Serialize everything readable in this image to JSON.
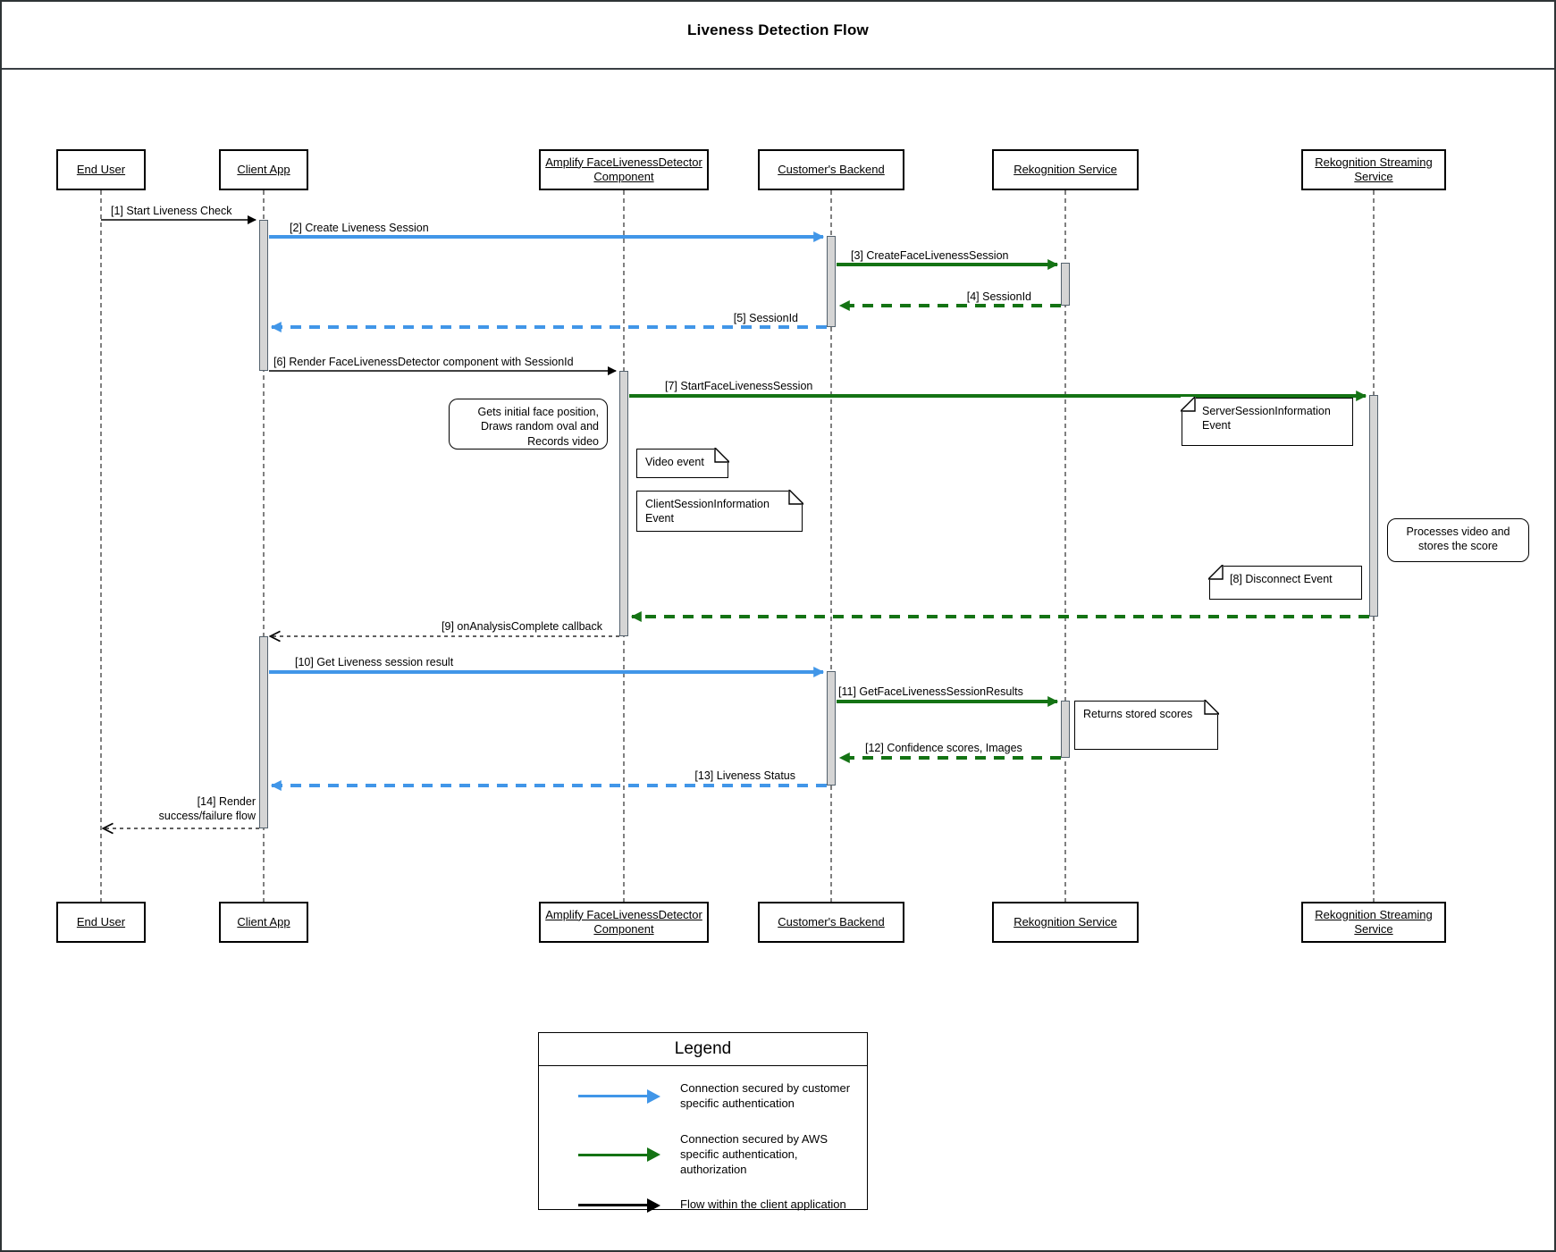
{
  "title": "Liveness Detection Flow",
  "actors": [
    {
      "label": "End User"
    },
    {
      "label": "Client App"
    },
    {
      "label": "Amplify FaceLivenessDetector Component"
    },
    {
      "label": "Customer's Backend"
    },
    {
      "label": "Rekognition Service"
    },
    {
      "label": "Rekognition Streaming Service"
    }
  ],
  "messages": [
    {
      "label": "[1] Start Liveness Check",
      "type": "client-flow"
    },
    {
      "label": "[2] Create Liveness Session",
      "type": "customer-auth"
    },
    {
      "label": "[3] CreateFaceLivenessSession",
      "type": "aws-auth"
    },
    {
      "label": "[4] SessionId",
      "type": "aws-auth-return"
    },
    {
      "label": "[5] SessionId",
      "type": "customer-auth-return"
    },
    {
      "label": "[6] Render FaceLivenessDetector component with SessionId",
      "type": "client-flow"
    },
    {
      "label": "[7] StartFaceLivenessSession",
      "type": "aws-auth"
    },
    {
      "label": "[9] onAnalysisComplete callback",
      "type": "client-flow-return"
    },
    {
      "label": "[10] Get Liveness session result",
      "type": "customer-auth"
    },
    {
      "label": "[11] GetFaceLivenessSessionResults",
      "type": "aws-auth"
    },
    {
      "label": "[12] Confidence scores, Images",
      "type": "aws-auth-return"
    },
    {
      "label": "[13] Liveness Status",
      "type": "customer-auth-return"
    },
    {
      "label": "[14] Render success/failure flow",
      "type": "client-flow-return"
    }
  ],
  "notes": {
    "face_position": "Gets initial face position, Draws random oval and Records video",
    "video_event": "Video event",
    "client_session_information": "ClientSessionInformation Event",
    "server_session_information": "ServerSessionInformation Event",
    "processes_video": "Processes video and stores the score",
    "disconnect_event": "[8] Disconnect Event",
    "returns_stored_scores": "Returns stored scores"
  },
  "legend": {
    "header": "Legend",
    "items": [
      {
        "label": "Connection secured by customer specific authentication",
        "color": "#4196e8"
      },
      {
        "label": "Connection secured by AWS specific authentication, authorization",
        "color": "#147314"
      },
      {
        "label": "Flow within the client application",
        "color": "#000000"
      }
    ]
  },
  "colors": {
    "customer_auth_blue": "#4196e8",
    "aws_auth_green": "#147314",
    "client_flow_black": "#000000",
    "activation_fill": "#d5d5d5"
  }
}
